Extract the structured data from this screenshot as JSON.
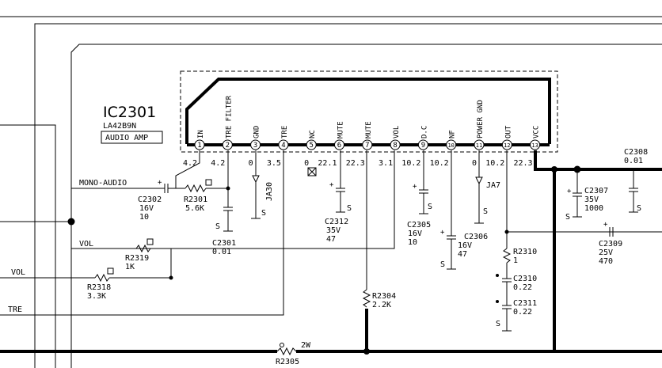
{
  "ic": {
    "name": "IC2301",
    "part": "LA42B9N",
    "function": "AUDIO AMP",
    "pins": [
      {
        "num": "1",
        "label": "IN",
        "voltage": "4.2"
      },
      {
        "num": "2",
        "label": "TRE FILTER",
        "voltage": "4.2"
      },
      {
        "num": "3",
        "label": "GND",
        "voltage": "0"
      },
      {
        "num": "4",
        "label": "TRE",
        "voltage": "3.5"
      },
      {
        "num": "5",
        "label": "NC",
        "voltage": "0"
      },
      {
        "num": "6",
        "label": "MUTE",
        "voltage": "22.1"
      },
      {
        "num": "7",
        "label": "MUTE",
        "voltage": "22.3"
      },
      {
        "num": "8",
        "label": "VOL",
        "voltage": "3.1"
      },
      {
        "num": "9",
        "label": "D.C",
        "voltage": "10.2"
      },
      {
        "num": "10",
        "label": "NF",
        "voltage": "10.2"
      },
      {
        "num": "11",
        "label": "POWER GND",
        "voltage": "0"
      },
      {
        "num": "12",
        "label": "OUT",
        "voltage": "10.2"
      },
      {
        "num": "13",
        "label": "VCC",
        "voltage": "22.3"
      }
    ]
  },
  "nets": {
    "mono_audio": "MONO-AUDIO",
    "vol_in": "VOL",
    "vol_edge": "VOL",
    "tre_edge": "TRE",
    "ground": "S"
  },
  "components": {
    "c2302": {
      "ref": "C2302",
      "v1": "16V",
      "v2": "10"
    },
    "r2301": {
      "ref": "R2301",
      "v1": "5.6K"
    },
    "c2301": {
      "ref": "C2301",
      "v1": "0.01"
    },
    "ja30": {
      "ref": "JA30"
    },
    "c2312": {
      "ref": "C2312",
      "v1": "35V",
      "v2": "47"
    },
    "c2305": {
      "ref": "C2305",
      "v1": "16V",
      "v2": "10"
    },
    "c2306": {
      "ref": "C2306",
      "v1": "16V",
      "v2": "47"
    },
    "ja7": {
      "ref": "JA7"
    },
    "r2310": {
      "ref": "R2310",
      "v1": "1"
    },
    "c2310": {
      "ref": "C2310",
      "v1": "0.22"
    },
    "c2311": {
      "ref": "C2311",
      "v1": "0.22"
    },
    "c2307": {
      "ref": "C2307",
      "v1": "35V",
      "v2": "1000"
    },
    "c2308": {
      "ref": "C2308",
      "v1": "0.01"
    },
    "c2309": {
      "ref": "C2309",
      "v1": "25V",
      "v2": "470"
    },
    "r2319": {
      "ref": "R2319",
      "v1": "1K"
    },
    "r2318": {
      "ref": "R2318",
      "v1": "3.3K"
    },
    "r2304": {
      "ref": "R2304",
      "v1": "2.2K"
    },
    "r2305": {
      "ref": "R2305",
      "v1": "2W"
    }
  }
}
